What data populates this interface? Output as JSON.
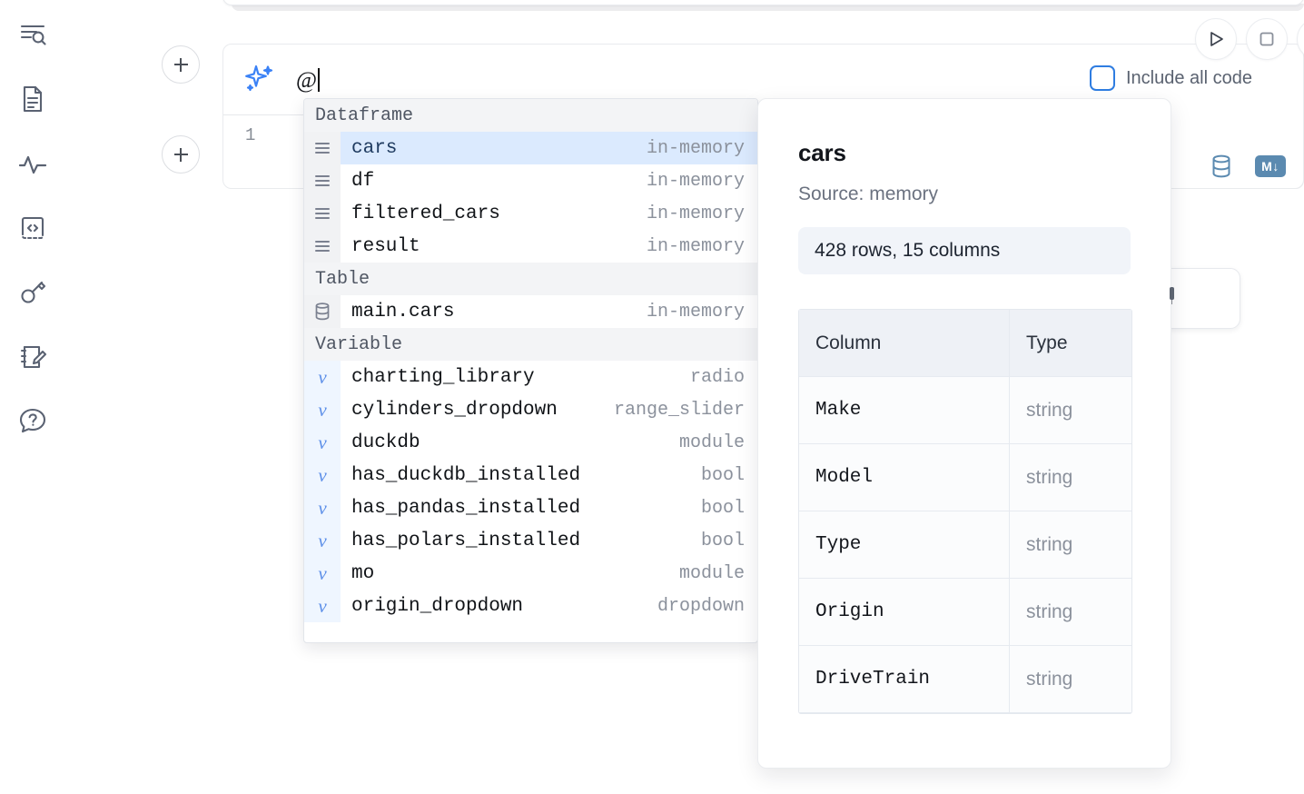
{
  "rail": {
    "items": [
      {
        "name": "explore-icon",
        "label": "Explore"
      },
      {
        "name": "document-icon",
        "label": "Notebook"
      },
      {
        "name": "activity-icon",
        "label": "Activity"
      },
      {
        "name": "snippets-icon",
        "label": "Snippets"
      },
      {
        "name": "secrets-icon",
        "label": "Secrets"
      },
      {
        "name": "scratchpad-icon",
        "label": "Scratchpad"
      },
      {
        "name": "help-icon",
        "label": "Help"
      }
    ]
  },
  "cell": {
    "add_label": "+",
    "prompt_value": "@",
    "line_number": "1",
    "include_all_code_label": "Include all code",
    "include_all_code_checked": false,
    "controls": [
      {
        "name": "run-button",
        "label": "Run"
      },
      {
        "name": "stop-button",
        "label": "Stop"
      },
      {
        "name": "more-button",
        "label": "More"
      }
    ],
    "tools": [
      {
        "name": "database-icon",
        "label": "SQL"
      },
      {
        "name": "markdown-icon",
        "label": "M"
      }
    ]
  },
  "ai_button": {
    "label": "AI"
  },
  "autocomplete": {
    "groups": [
      {
        "header": "Dataframe",
        "icon": "dataframe-icon",
        "items": [
          {
            "label": "cars",
            "meta": "in-memory",
            "selected": true
          },
          {
            "label": "df",
            "meta": "in-memory",
            "selected": false
          },
          {
            "label": "filtered_cars",
            "meta": "in-memory",
            "selected": false
          },
          {
            "label": "result",
            "meta": "in-memory",
            "selected": false
          }
        ]
      },
      {
        "header": "Table",
        "icon": "table-icon",
        "items": [
          {
            "label": "main.cars",
            "meta": "in-memory",
            "selected": false
          }
        ]
      },
      {
        "header": "Variable",
        "icon": "variable-icon",
        "items": [
          {
            "label": "charting_library",
            "meta": "radio",
            "selected": false
          },
          {
            "label": "cylinders_dropdown",
            "meta": "range_slider",
            "selected": false
          },
          {
            "label": "duckdb",
            "meta": "module",
            "selected": false
          },
          {
            "label": "has_duckdb_installed",
            "meta": "bool",
            "selected": false
          },
          {
            "label": "has_pandas_installed",
            "meta": "bool",
            "selected": false
          },
          {
            "label": "has_polars_installed",
            "meta": "bool",
            "selected": false
          },
          {
            "label": "mo",
            "meta": "module",
            "selected": false
          },
          {
            "label": "origin_dropdown",
            "meta": "dropdown",
            "selected": false
          }
        ]
      }
    ]
  },
  "detail": {
    "title": "cars",
    "source": "Source: memory",
    "stats": "428 rows, 15 columns",
    "table": {
      "headers": [
        "Column",
        "Type"
      ],
      "rows": [
        [
          "Make",
          "string"
        ],
        [
          "Model",
          "string"
        ],
        [
          "Type",
          "string"
        ],
        [
          "Origin",
          "string"
        ],
        [
          "DriveTrain",
          "string"
        ]
      ]
    }
  },
  "colors": {
    "accent_blue": "#2f7de1",
    "selected_row": "#dbeafe",
    "section_header_bg": "#f3f4f6",
    "tool_blue": "#5b8ab0"
  }
}
